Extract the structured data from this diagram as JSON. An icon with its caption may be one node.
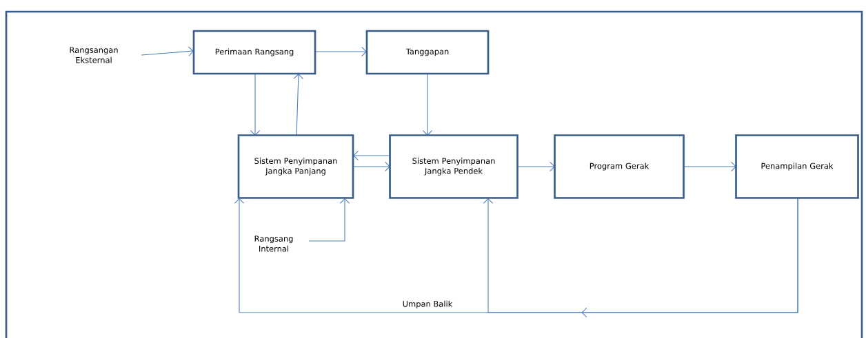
{
  "diagram": {
    "nodes": [
      {
        "text": [
          "Rangsangan Eksternal"
        ]
      },
      {
        "text": [
          "Perimaan Rangsang"
        ]
      },
      {
        "text": [
          "Tanggapan"
        ]
      },
      {
        "text": [
          "Sistem Penyimpanan Jangka Panjang"
        ]
      },
      {
        "text": [
          "Sistem Penyimpanan Jangka Pendek"
        ]
      },
      {
        "text": [
          "Program Gerak"
        ]
      },
      {
        "text": [
          "Penampilan Gerak"
        ]
      },
      {
        "text": [
          "Rangsang Internal"
        ]
      }
    ],
    "edges": [
      {
        "from": 0,
        "to": 1,
        "arrow": "to"
      },
      {
        "from": 1,
        "to": 2,
        "arrow": "to"
      },
      {
        "from": 1,
        "to": 3,
        "arrow": "to"
      },
      {
        "from": 3,
        "to": 1,
        "arrow": "to"
      },
      {
        "from": 2,
        "to": 4,
        "arrow": "to"
      },
      {
        "from": 4,
        "to": 3,
        "arrow": "to"
      },
      {
        "from": 3,
        "to": 4,
        "arrow": "to"
      },
      {
        "from": 4,
        "to": 5,
        "arrow": "to"
      },
      {
        "from": 5,
        "to": 6,
        "arrow": "to"
      },
      {
        "from": 7,
        "to": 3,
        "arrow": "to"
      },
      {
        "from": 6,
        "to": 3,
        "arrow": "to",
        "label": "Umpan Balik"
      },
      {
        "from": 6,
        "to": 4,
        "arrow": "to"
      }
    ]
  }
}
